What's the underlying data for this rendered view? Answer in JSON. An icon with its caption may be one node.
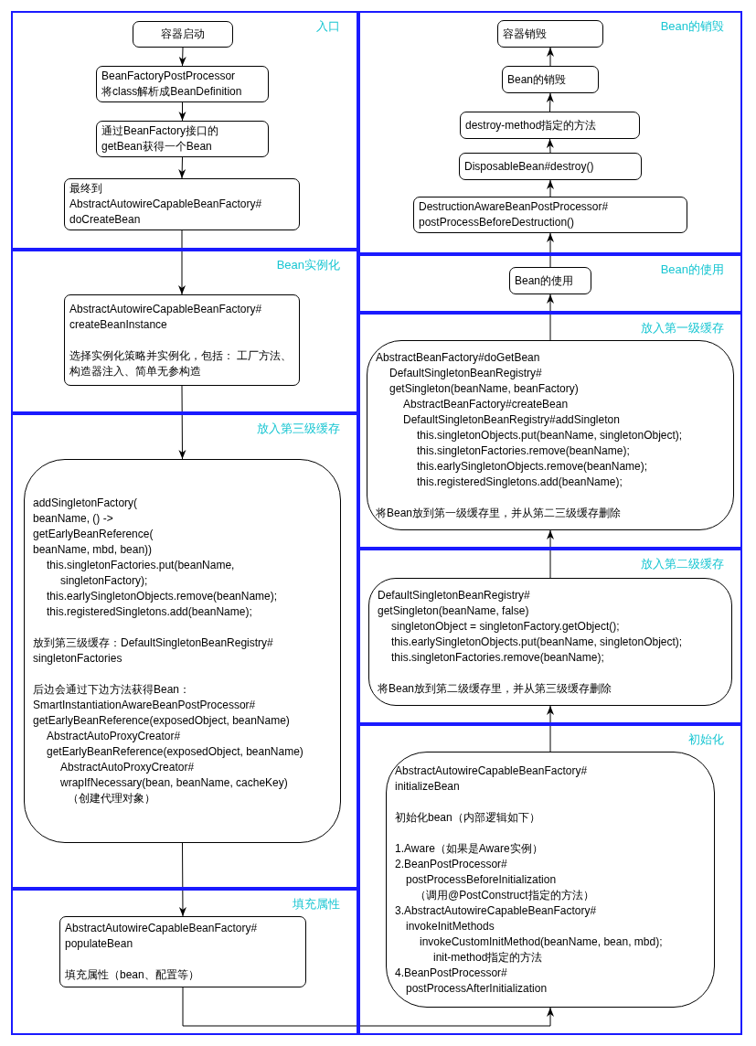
{
  "diagram": {
    "nodes": [
      {
        "text": [
          "入口"
        ]
      },
      {
        "text": [
          "容器启动"
        ],
        "in": 0
      },
      {
        "text": [
          "BeanFactoryPostProcessor 将class解析成BeanDefinition"
        ],
        "in": 0
      },
      {
        "text": [
          "通过BeanFactory接口的 getBean获得一个Bean"
        ],
        "in": 0
      },
      {
        "text": [
          "最终到 AbstractAutowireCapableBeanFactory# doCreateBean"
        ],
        "in": 0
      },
      {
        "text": [
          "Bean实例化"
        ]
      },
      {
        "text": [
          "AbstractAutowireCapableBeanFactory# createBeanInstance",
          "选择实例化策略并实例化，包括： 工厂方法、构造器注入、简单无参构造"
        ],
        "in": 5
      },
      {
        "text": [
          "放入第三级缓存"
        ]
      },
      {
        "text": [
          "addSingletonFactory( beanName, () -> getEarlyBeanReference( beanName, mbd, bean))",
          "this.singletonFactories.put(beanName, singletonFactory);",
          "this.earlySingletonObjects.remove(beanName);",
          "this.registeredSingletons.add(beanName);",
          "放到第三级缓存：DefaultSingletonBeanRegistry# singletonFactories",
          "后边会通过下边方法获得Bean：",
          "SmartInstantiationAwareBeanPostProcessor# getEarlyBeanReference(exposedObject, beanName)",
          "AbstractAutoProxyCreator# getEarlyBeanReference(exposedObject, beanName)",
          "AbstractAutoProxyCreator# wrapIfNecessary(bean, beanName, cacheKey)",
          "（创建代理对象）"
        ],
        "in": 7
      },
      {
        "text": [
          "填充属性"
        ]
      },
      {
        "text": [
          "AbstractAutowireCapableBeanFactory# populateBean",
          "填充属性（bean、配置等）"
        ],
        "in": 9
      },
      {
        "text": [
          "Bean的销毁"
        ]
      },
      {
        "text": [
          "容器销毁"
        ],
        "in": 11
      },
      {
        "text": [
          "Bean的销毁"
        ],
        "in": 11
      },
      {
        "text": [
          "destroy-method指定的方法"
        ],
        "in": 11
      },
      {
        "text": [
          "DisposableBean#destroy()"
        ],
        "in": 11
      },
      {
        "text": [
          "DestructionAwareBeanPostProcessor# postProcessBeforeDestruction()"
        ],
        "in": 11
      },
      {
        "text": [
          "Bean的使用"
        ]
      },
      {
        "text": [
          "Bean的使用"
        ],
        "in": 17
      },
      {
        "text": [
          "放入第一级缓存"
        ]
      },
      {
        "text": [
          "AbstractBeanFactory#doGetBean",
          "DefaultSingletonBeanRegistry# getSingleton(beanName, beanFactory)",
          "AbstractBeanFactory#createBean",
          "DefaultSingletonBeanRegistry#addSingleton",
          "this.singletonObjects.put(beanName, singletonObject);",
          "this.singletonFactories.remove(beanName);",
          "this.earlySingletonObjects.remove(beanName);",
          "this.registeredSingletons.add(beanName);",
          "将Bean放到第一级缓存里，并从第二三级缓存删除"
        ],
        "in": 19
      },
      {
        "text": [
          "放入第二级缓存"
        ]
      },
      {
        "text": [
          "DefaultSingletonBeanRegistry# getSingleton(beanName, false)",
          "singletonObject = singletonFactory.getObject();",
          "this.earlySingletonObjects.put(beanName, singletonObject);",
          "this.singletonFactories.remove(beanName);",
          "将Bean放到第二级缓存里，并从第三级缓存删除"
        ],
        "in": 21
      },
      {
        "text": [
          "初始化"
        ]
      },
      {
        "text": [
          "AbstractAutowireCapableBeanFactory# initializeBean",
          "初始化bean（内部逻辑如下）",
          "1.Aware（如果是Aware实例）",
          "2.BeanPostProcessor# postProcessBeforeInitialization",
          "（调用@PostConstruct指定的方法）",
          "3.AbstractAutowireCapableBeanFactory# invokeInitMethods",
          "invokeCustomInitMethod(beanName, bean, mbd);",
          "init-method指定的方法",
          "4.BeanPostProcessor# postProcessAfterInitialization"
        ],
        "in": 23
      }
    ],
    "edges": [
      {
        "from": 1,
        "to": 2,
        "arrow": "to"
      },
      {
        "from": 2,
        "to": 3,
        "arrow": "to"
      },
      {
        "from": 3,
        "to": 4,
        "arrow": "to"
      },
      {
        "from": 4,
        "to": 6,
        "arrow": "to"
      },
      {
        "from": 6,
        "to": 8,
        "arrow": "to"
      },
      {
        "from": 8,
        "to": 10,
        "arrow": "to"
      },
      {
        "from": 10,
        "to": 24,
        "arrow": "to"
      },
      {
        "from": 24,
        "to": 22,
        "arrow": "to"
      },
      {
        "from": 22,
        "to": 20,
        "arrow": "to"
      },
      {
        "from": 20,
        "to": 18,
        "arrow": "to"
      },
      {
        "from": 18,
        "to": 16,
        "arrow": "to"
      },
      {
        "from": 16,
        "to": 15,
        "arrow": "to"
      },
      {
        "from": 15,
        "to": 14,
        "arrow": "to"
      },
      {
        "from": 14,
        "to": 13,
        "arrow": "to"
      },
      {
        "from": 13,
        "to": 12,
        "arrow": "to"
      }
    ]
  }
}
